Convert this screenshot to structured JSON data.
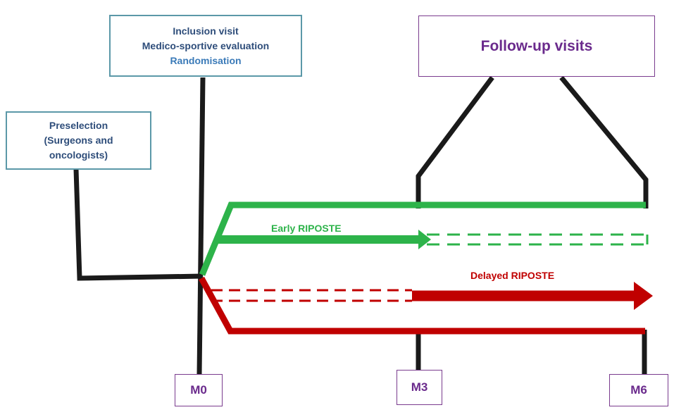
{
  "colors": {
    "green": "#2db34a",
    "red": "#c00000",
    "black": "#1a1a1a",
    "box_border_teal": "#5b98a8",
    "box_border_purple": "#7a3b8e",
    "text_navy": "#2e4d7a",
    "text_blue": "#3a7ab8",
    "text_purple": "#6a2a8c"
  },
  "inclusion": {
    "line1": "Inclusion visit",
    "line2": "Medico-sportive evaluation",
    "line3": "Randomisation"
  },
  "preselection": {
    "line1": "Preselection",
    "line2": "(Surgeons and",
    "line3": "oncologists)"
  },
  "followup": {
    "label": "Follow-up visits"
  },
  "arms": {
    "early": "Early RIPOSTE",
    "delayed": "Delayed RIPOSTE"
  },
  "timepoints": {
    "m0": "M0",
    "m3": "M3",
    "m6": "M6"
  }
}
